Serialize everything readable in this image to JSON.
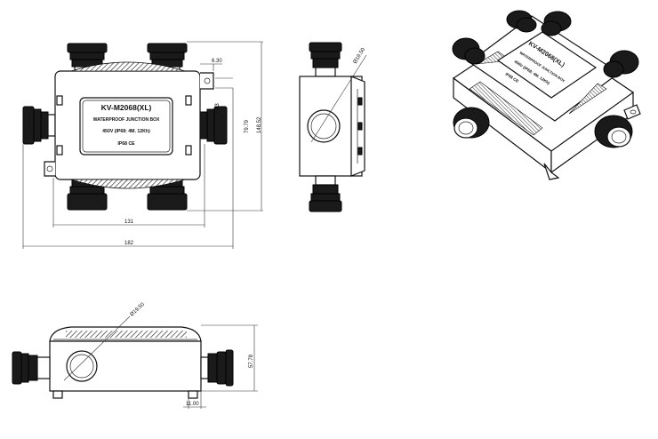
{
  "product": {
    "model": "KV-M2068(XL)",
    "subtitle": "WATERPROOF JUNCTION BOX",
    "spec": "450V   (IP68: 4M. 12Kh)",
    "marks": "IP68  CE"
  },
  "dimensions": {
    "top_offset": "6.30",
    "top_gap": "7.63",
    "inner_height": "79.79",
    "overall_height": "148.52",
    "inner_width": "131",
    "overall_width": "182",
    "side_diameter": "Ø19.50",
    "front_diameter": "Ø19.50",
    "front_height": "57.78",
    "foot_width": "11.00"
  }
}
